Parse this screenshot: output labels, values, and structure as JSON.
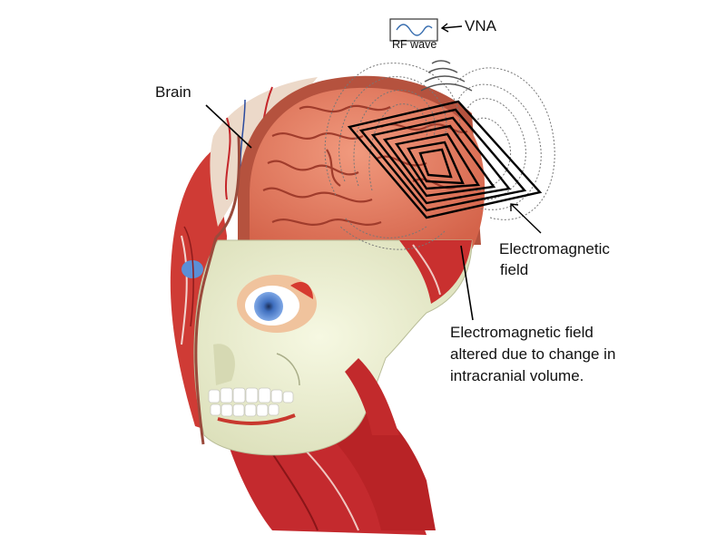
{
  "labels": {
    "vna": "VNA",
    "rf_wave": "RF wave",
    "brain": "Brain",
    "em_field_line1": "Electromagnetic",
    "em_field_line2": "field",
    "altered_line1": "Electromagnetic field",
    "altered_line2": "altered due to change in",
    "altered_line3": "intracranial volume."
  },
  "colors": {
    "skull": "#ecf0cf",
    "muscle": "#c8262a",
    "brain": "#e07a60",
    "eye_iris": "#5b8fd6",
    "antenna": "#000000",
    "wave": "#3a6fb0"
  }
}
